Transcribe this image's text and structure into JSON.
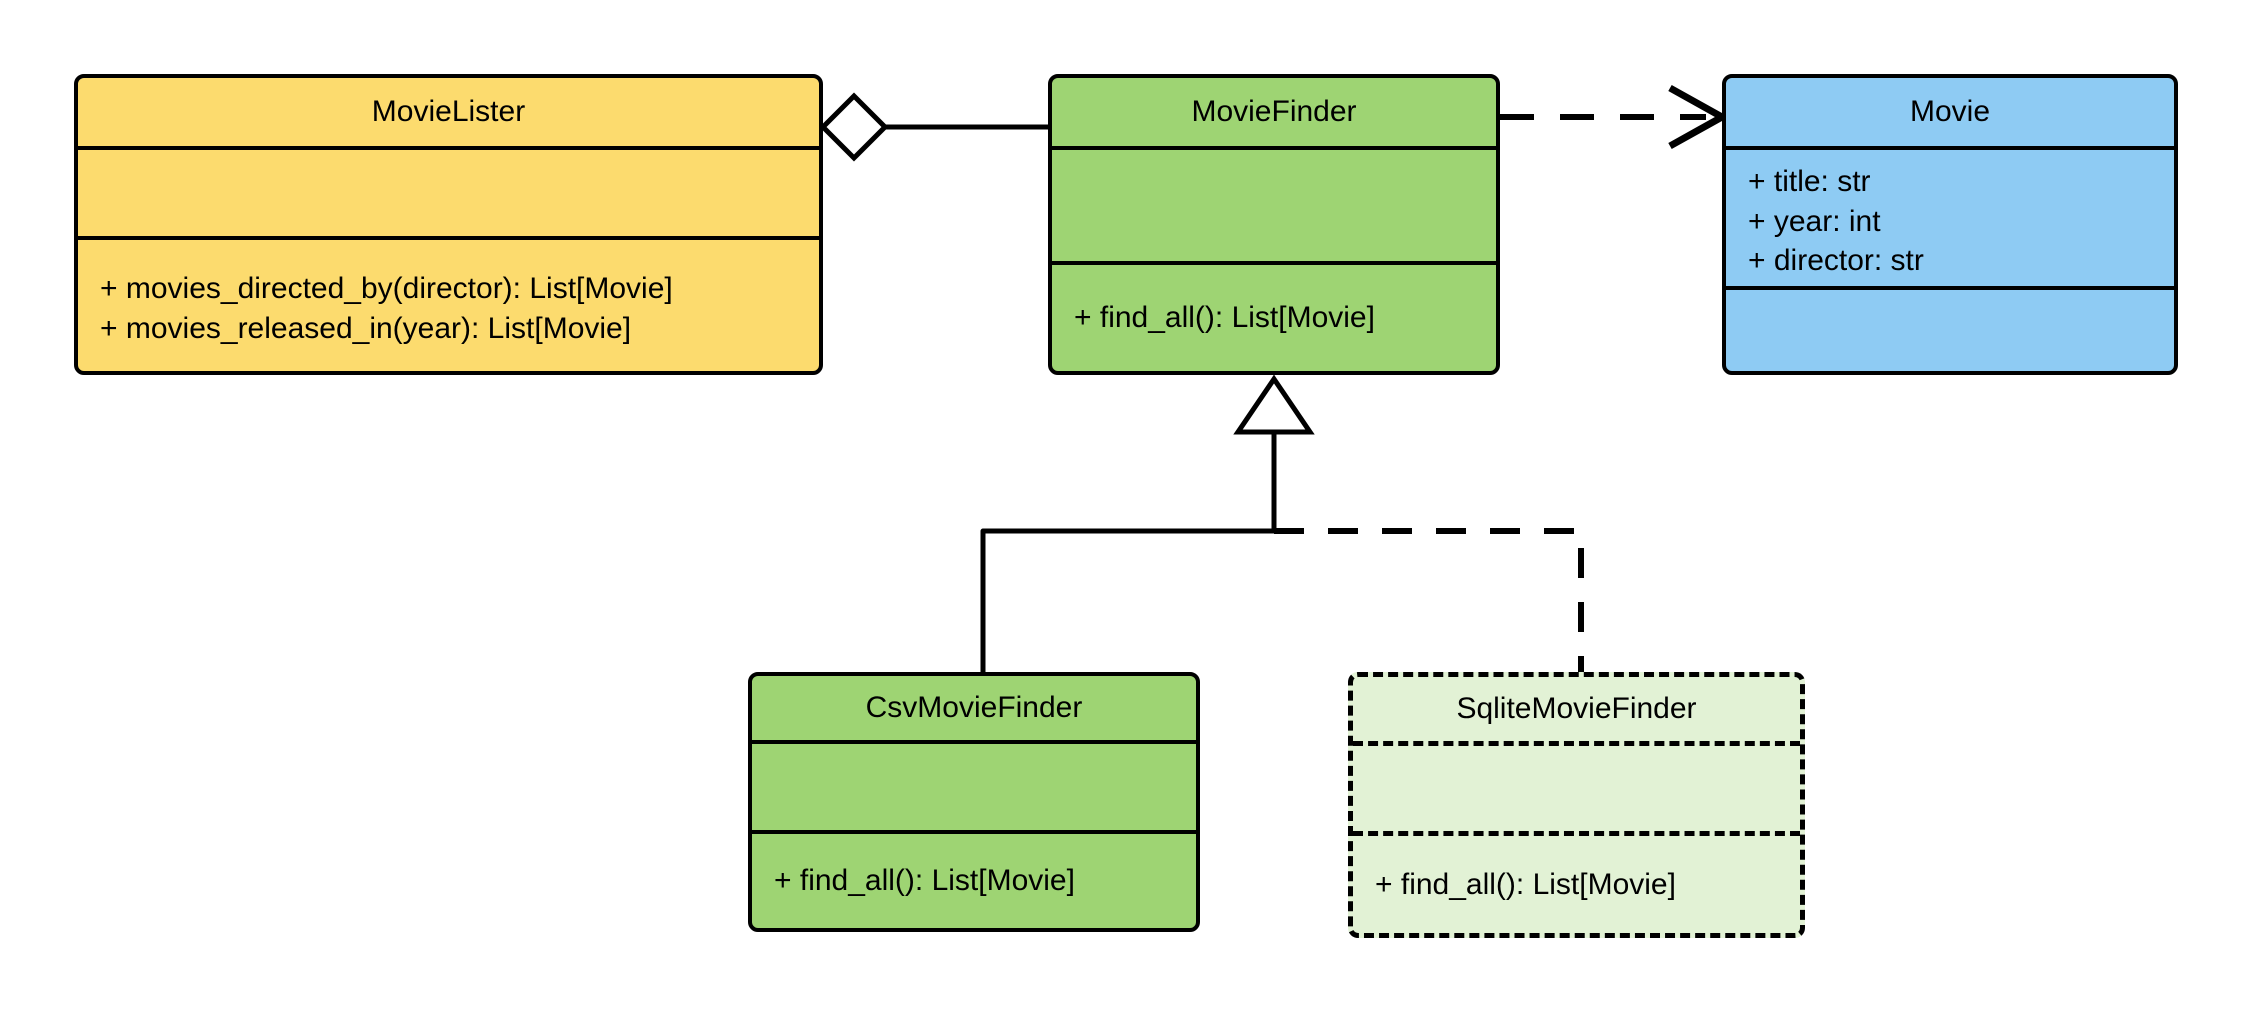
{
  "diagram": {
    "kind": "uml-class-diagram",
    "background": "#ffffff",
    "line_color": "#000000"
  },
  "palette": {
    "lister_fill": "#FCDB6E",
    "finder_fill": "#9ED473",
    "movie_fill": "#8ECBF3",
    "planned_fill": "#E2F2D5",
    "stroke": "#000000"
  },
  "classes": {
    "movie_lister": {
      "name": "MovieLister",
      "fill": "#FCDB6E",
      "attributes": [],
      "methods": [
        "+ movies_directed_by(director): List[Movie]",
        "+ movies_released_in(year): List[Movie]"
      ]
    },
    "movie_finder": {
      "name": "MovieFinder",
      "fill": "#9ED473",
      "attributes": [],
      "methods": [
        "+ find_all(): List[Movie]"
      ]
    },
    "movie": {
      "name": "Movie",
      "fill": "#8ECBF3",
      "attributes": [
        "+ title: str",
        "+ year: int",
        "+ director: str"
      ],
      "methods": []
    },
    "csv_movie_finder": {
      "name": "CsvMovieFinder",
      "fill": "#9ED473",
      "attributes": [],
      "methods": [
        "+ find_all(): List[Movie]"
      ]
    },
    "sqlite_movie_finder": {
      "name": "SqliteMovieFinder",
      "fill": "#E2F2D5",
      "style": "dashed",
      "attributes": [],
      "methods": [
        "+ find_all(): List[Movie]"
      ]
    }
  },
  "relationships": [
    {
      "id": "lister-aggregates-finder",
      "type": "aggregation",
      "from": "MovieLister",
      "to": "MovieFinder",
      "line": "solid",
      "end_marker": "hollow-diamond"
    },
    {
      "id": "finder-depends-movie",
      "type": "dependency",
      "from": "MovieFinder",
      "to": "Movie",
      "line": "dashed",
      "end_marker": "open-arrow"
    },
    {
      "id": "csv-inherits-finder",
      "type": "generalization",
      "from": "CsvMovieFinder",
      "to": "MovieFinder",
      "line": "solid",
      "end_marker": "hollow-triangle"
    },
    {
      "id": "sqlite-inherits-finder",
      "type": "generalization",
      "from": "SqliteMovieFinder",
      "to": "MovieFinder",
      "line": "dashed",
      "end_marker": "hollow-triangle"
    }
  ]
}
